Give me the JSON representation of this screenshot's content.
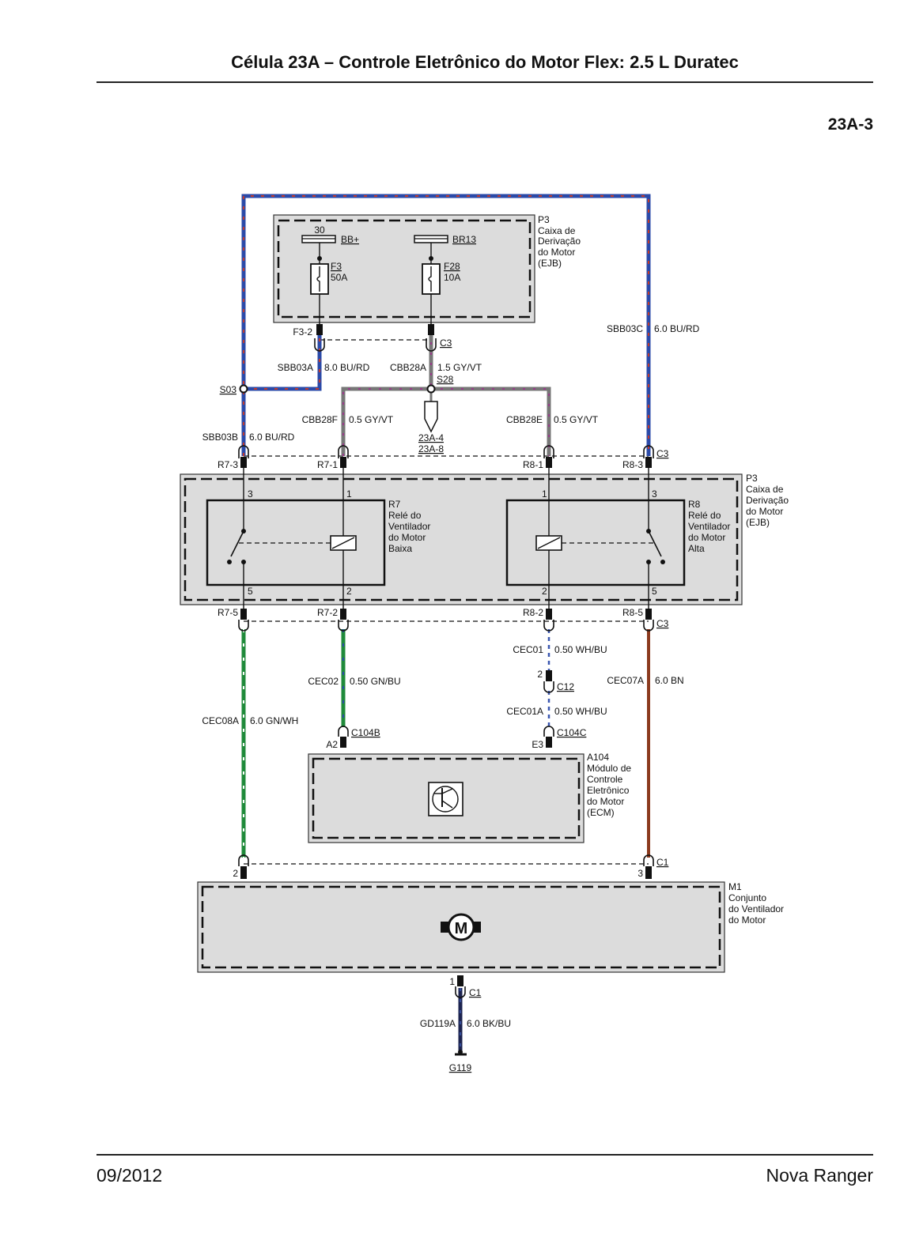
{
  "header": {
    "title": "Célula 23A – Controle Eletrônico do Motor Flex: 2.5 L Duratec",
    "page_code": "23A-3"
  },
  "footer": {
    "date": "09/2012",
    "model": "Nova Ranger"
  },
  "colors": {
    "bu_rd_base": "#2b4aa8",
    "bu_rd_stripe": "#c23a2e",
    "gy_vt_base": "#777777",
    "gy_vt_stripe": "#9a3a8a",
    "gn": "#1f8a3a",
    "wh_bu": "#3a57b0",
    "bn": "#8b3a1e",
    "bk_bu": "#1d2450",
    "box_fill": "#dcdcdc"
  },
  "top_box": {
    "id": "P3",
    "name_lines": [
      "Caixa de",
      "Derivação",
      "do Motor",
      "(EJB)"
    ],
    "pin_30": "30",
    "bus_bbplus": "BB+",
    "bus_br13": "BR13",
    "fuse_f3": "F3",
    "fuse_f3_rating": "50A",
    "fuse_f28": "F28",
    "fuse_f28_rating": "10A"
  },
  "relay_box": {
    "id": "P3",
    "name_lines": [
      "Caixa de",
      "Derivação",
      "do Motor",
      "(EJB)"
    ],
    "r7": {
      "id": "R7",
      "name_lines": [
        "Relé do",
        "Ventilador",
        "do Motor",
        "Baixa"
      ]
    },
    "r8": {
      "id": "R8",
      "name_lines": [
        "Relé do",
        "Ventilador",
        "do Motor",
        "Alta"
      ]
    },
    "pin_3a": "3",
    "pin_1": "1",
    "pin_5a": "5",
    "pin_2": "2",
    "pin_3b": "3",
    "pin_5b": "5",
    "pin_1b": "1",
    "pin_2b": "2"
  },
  "ecm": {
    "id": "A104",
    "name_lines": [
      "Módulo de",
      "Controle",
      "Eletrônico",
      "do Motor",
      "(ECM)"
    ]
  },
  "motor": {
    "id": "M1",
    "name_lines": [
      "Conjunto",
      "do Ventilador",
      "do Motor"
    ],
    "symbol": "M"
  },
  "connectors": {
    "f3_2": "F3-2",
    "c3_top": "C3",
    "s03": "S03",
    "s28": "S28",
    "r7_3": "R7-3",
    "r7_1": "R7-1",
    "r8_1": "R8-1",
    "r8_3": "R8-3",
    "c3_mid": "C3",
    "r7_5": "R7-5",
    "r7_2": "R7-2",
    "r8_2": "R8-2",
    "r8_5": "R8-5",
    "c3_low": "C3",
    "c12": "C12",
    "c12_pin": "2",
    "c104b": "C104B",
    "c104b_pin": "A2",
    "c104c": "C104C",
    "c104c_pin": "E3",
    "c1_top": "C1",
    "c1_pin2": "2",
    "c1_pin3": "3",
    "c1_bottom": "C1",
    "c1_pin1": "1",
    "ground": "G119",
    "ref_a": "23A-4",
    "ref_b": "23A-8"
  },
  "wires": {
    "sbb03a": "SBB03A",
    "sbb03a_spec": "8.0 BU/RD",
    "cbb28a": "CBB28A",
    "cbb28a_spec": "1.5 GY/VT",
    "sbb03c": "SBB03C",
    "sbb03c_spec": "6.0 BU/RD",
    "cbb28f": "CBB28F",
    "cbb28f_spec": "0.5 GY/VT",
    "cbb28e": "CBB28E",
    "cbb28e_spec": "0.5 GY/VT",
    "sbb03b": "SBB03B",
    "sbb03b_spec": "6.0 BU/RD",
    "cec01": "CEC01",
    "cec01_spec": "0.50 WH/BU",
    "cec02": "CEC02",
    "cec02_spec": "0.50 GN/BU",
    "cec07a": "CEC07A",
    "cec07a_spec": "6.0 BN",
    "cec01a": "CEC01A",
    "cec01a_spec": "0.50 WH/BU",
    "cec08a": "CEC08A",
    "cec08a_spec": "6.0 GN/WH",
    "gd119a": "GD119A",
    "gd119a_spec": "6.0 BK/BU"
  }
}
